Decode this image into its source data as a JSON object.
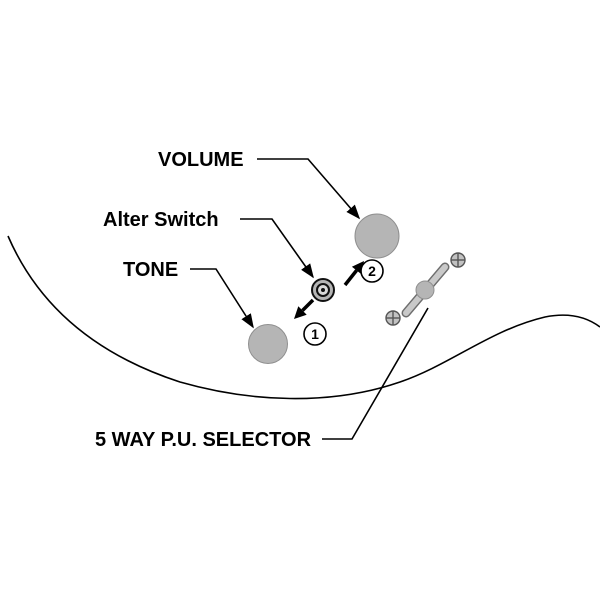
{
  "diagram": {
    "labels": {
      "volume": "VOLUME",
      "alter_switch": "Alter Switch",
      "tone": "TONE",
      "selector": "5 WAY P.U. SELECTOR"
    },
    "markers": {
      "step_1": "1",
      "step_2": "2"
    },
    "colors": {
      "background": "#ffffff",
      "line": "#000000",
      "knob_fill": "#b5b5b5",
      "knob_edge": "#8f8f8f",
      "switch_inner": "#d9d9d9",
      "screw_fill": "#c2c2c2",
      "screw_edge": "#555555"
    }
  }
}
